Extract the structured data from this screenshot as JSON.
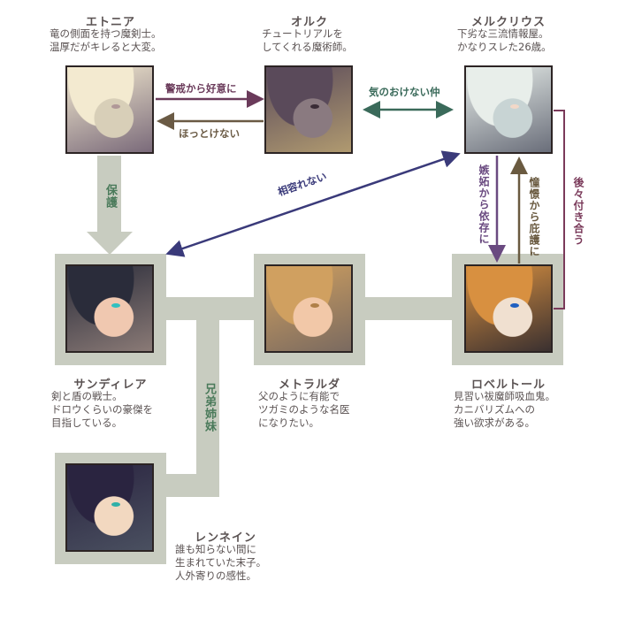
{
  "characters": [
    {
      "id": "etonia",
      "name": "エトニア",
      "desc": "竜の側面を持つ魔剣士。\n温厚だがキレると大変。",
      "palette": [
        "#f3ead0",
        "#d8cfb8",
        "#b09898",
        "#7a6a7a"
      ]
    },
    {
      "id": "oruku",
      "name": "オルク",
      "desc": "チュートリアルを\nしてくれる魔術師。",
      "palette": [
        "#5a4a5a",
        "#8a7a80",
        "#3a2c36",
        "#b09a70"
      ]
    },
    {
      "id": "merkurius",
      "name": "メルクリウス",
      "desc": "下劣な三流情報屋。\nかなりスレた26歳。",
      "palette": [
        "#e8eeea",
        "#c8d4d4",
        "#f2d8c8",
        "#6a6e7a"
      ]
    },
    {
      "id": "sandirea",
      "name": "サンディレア",
      "desc": "剣と盾の戦士。\nドロウくらいの豪傑を\n目指している。",
      "palette": [
        "#2a2c3a",
        "#f0c8b0",
        "#30c0c0",
        "#8a7a76"
      ]
    },
    {
      "id": "metoraruda",
      "name": "メトラルダ",
      "desc": "父のように有能で\nツガミのような名医\nになりたい。",
      "palette": [
        "#d0a060",
        "#f2c8a8",
        "#b08048",
        "#7a6a60"
      ]
    },
    {
      "id": "roberutoru",
      "name": "ロベルトール",
      "desc": "見習い祓魔師吸血鬼。\nカニバリズムへの\n強い欲求がある。",
      "palette": [
        "#d89040",
        "#f0e0d0",
        "#2060c0",
        "#3a3030"
      ]
    },
    {
      "id": "rennein",
      "name": "レンネイン",
      "desc": "誰も知らない間に\n生まれていた末子。\n人外寄りの感性。",
      "palette": [
        "#2a2440",
        "#f2d8c0",
        "#30b0a8",
        "#4a5060"
      ]
    }
  ],
  "relations": {
    "etonia_to_oruku": "警戒から好意に",
    "oruku_to_etonia": "ほっとけない",
    "oruku_merkurius": "気のおけない仲",
    "etonia_to_sandirea": "保護",
    "merkurius_sandirea": "相容れない",
    "merkurius_to_roberutoru": "嫉妬から依存に",
    "roberutoru_to_merkurius": "憧憬から庇護に",
    "merkurius_roberutoru_dating": "後々付き合う",
    "siblings": "兄弟姉妹"
  },
  "colors": {
    "frame": "#c8ccc0",
    "protect_text": "#4a7a5a",
    "arrow_purple": "#6a3a5a",
    "arrow_brown": "#6a5a44",
    "arrow_green": "#3a6a5a",
    "arrow_navy": "#3a3a7a",
    "arrow_violet": "#6a4a80",
    "arrow_olive": "#6a5a40",
    "arrow_plum": "#7a3a5a"
  }
}
